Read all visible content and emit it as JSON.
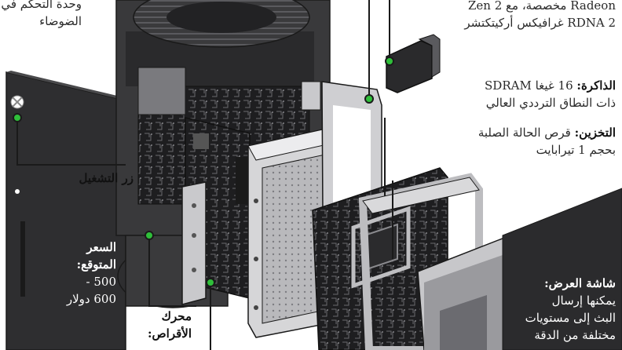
{
  "labels": {
    "top_left_partial": "وحدة التحكم في",
    "top_left_line2": "الضوضاء",
    "top_right_line1": "Radeon مخصصة، مع Zen 2",
    "top_right_line2": "RDNA 2 غرافيكس أركيتكتشر",
    "memory_title": "الذاكرة:",
    "memory_line1": "16 غيغا SDRAM",
    "memory_line2": "ذات النطاق الترددي العالي",
    "storage_title": "التخزين:",
    "storage_line1": "قرص الحالة الصلبة",
    "storage_line2": "بحجم 1 تيرابايت",
    "power_button": "زر التشغيل",
    "price_title_1": "السعر",
    "price_title_2": "المتوقع:",
    "price_line1": "500 -",
    "price_line2": "600 دولار",
    "drive_title_1": "محرك",
    "drive_title_2": "الأقراص:",
    "display_title": "شاشة العرض:",
    "display_line1": "يمكنها إرسال",
    "display_line2": "البث إلى مستويات",
    "display_line3": "مختلفة من الدقة"
  },
  "icons": [
    "xbox-logo-icon"
  ],
  "colors": {
    "leader_line": "#1a1a1a",
    "marker_fill": "#2fbf3a",
    "dark_panel": "#2b2b2d"
  }
}
